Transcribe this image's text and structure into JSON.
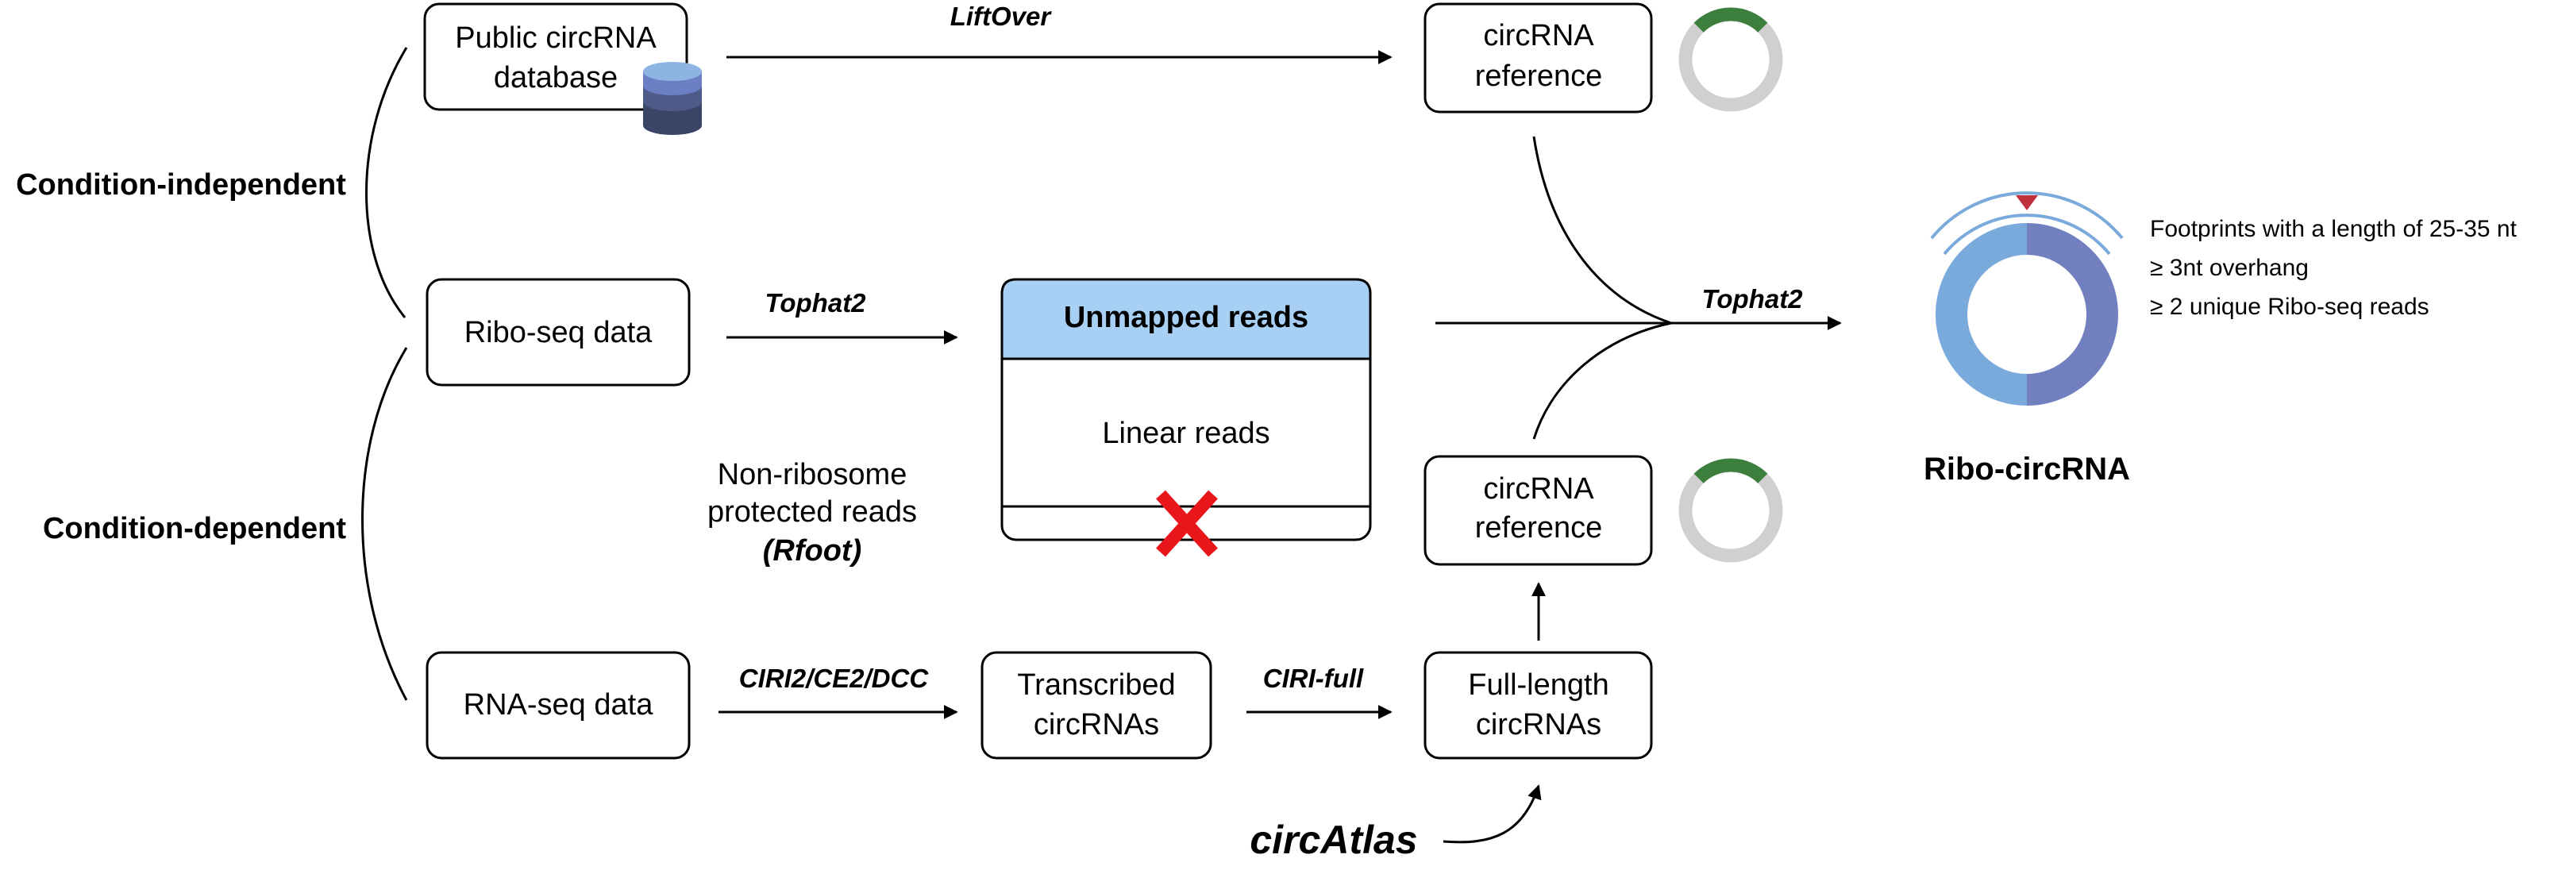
{
  "side_labels": {
    "independent": "Condition-independent",
    "dependent": "Condition-dependent"
  },
  "nodes": {
    "public_db": [
      "Public circRNA",
      "database"
    ],
    "ribo_seq": "Ribo-seq data",
    "rna_seq": "RNA-seq data",
    "circ_ref_top": [
      "circRNA",
      "reference"
    ],
    "circ_ref_bottom": [
      "circRNA",
      "reference"
    ],
    "transcribed": [
      "Transcribed",
      "circRNAs"
    ],
    "full_length": [
      "Full-length",
      "circRNAs"
    ],
    "unmapped_header": "Unmapped reads",
    "linear_reads": "Linear reads",
    "non_ribosome": [
      "Non-ribosome",
      "protected reads",
      "(Rfoot)"
    ]
  },
  "tools": {
    "liftover": "LiftOver",
    "tophat_left": "Tophat2",
    "tophat_right": "Tophat2",
    "ciri_multi": "CIRI2/CE2/DCC",
    "ciri_full": "CIRI-full",
    "circatlas": "circAtlas"
  },
  "result": {
    "label": "Ribo-circRNA",
    "criteria": [
      "Footprints with a length of 25-35 nt",
      "≥  3nt overhang",
      "≥ 2 unique Ribo-seq reads"
    ]
  },
  "colors": {
    "unmapped_fill": "#a8d0f5",
    "ring_gray": "#d0d0d0",
    "ring_green": "#3c7f3c",
    "ribo_light": "#7aa9dc",
    "ribo_dark": "#7280c0",
    "marker_red": "#c0313c",
    "cross_red": "#e8151b",
    "db_top": "#8db4e2",
    "db_mid": "#6c7fc4",
    "db_low": "#4e5a88",
    "db_base": "#3a4466"
  },
  "icons": [
    "database-icon",
    "circular-rna-icon",
    "cross-icon",
    "ribosome-marker-icon"
  ]
}
